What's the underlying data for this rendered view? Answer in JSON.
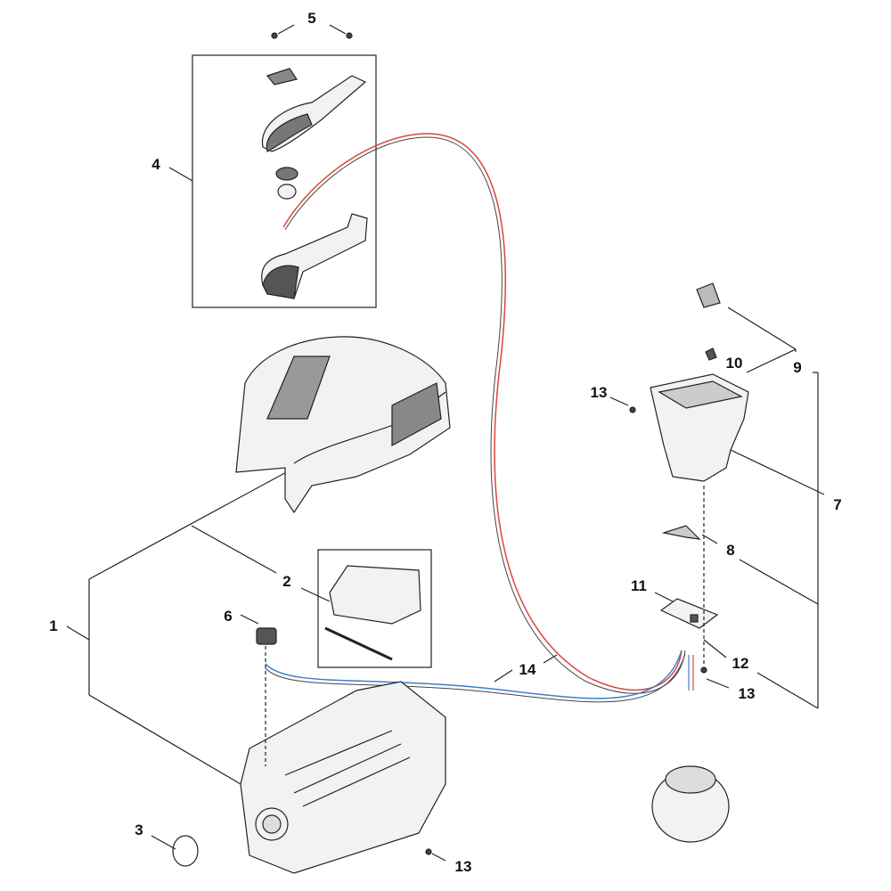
{
  "callouts": [
    {
      "id": "5a",
      "text": "5"
    },
    {
      "id": "4",
      "text": "4"
    },
    {
      "id": "10",
      "text": "10"
    },
    {
      "id": "9",
      "text": "9"
    },
    {
      "id": "13a",
      "text": "13"
    },
    {
      "id": "7",
      "text": "7"
    },
    {
      "id": "8",
      "text": "8"
    },
    {
      "id": "2",
      "text": "2"
    },
    {
      "id": "11",
      "text": "11"
    },
    {
      "id": "6",
      "text": "6"
    },
    {
      "id": "1",
      "text": "1"
    },
    {
      "id": "14",
      "text": "14"
    },
    {
      "id": "12",
      "text": "12"
    },
    {
      "id": "13b",
      "text": "13"
    },
    {
      "id": "3",
      "text": "3"
    },
    {
      "id": "13c",
      "text": "13"
    }
  ],
  "colors": {
    "line": "#222222",
    "part_fill": "#f2f2f2",
    "part_dark": "#555555",
    "wire_red": "#d9463a",
    "wire_blue": "#3f7fc9"
  }
}
